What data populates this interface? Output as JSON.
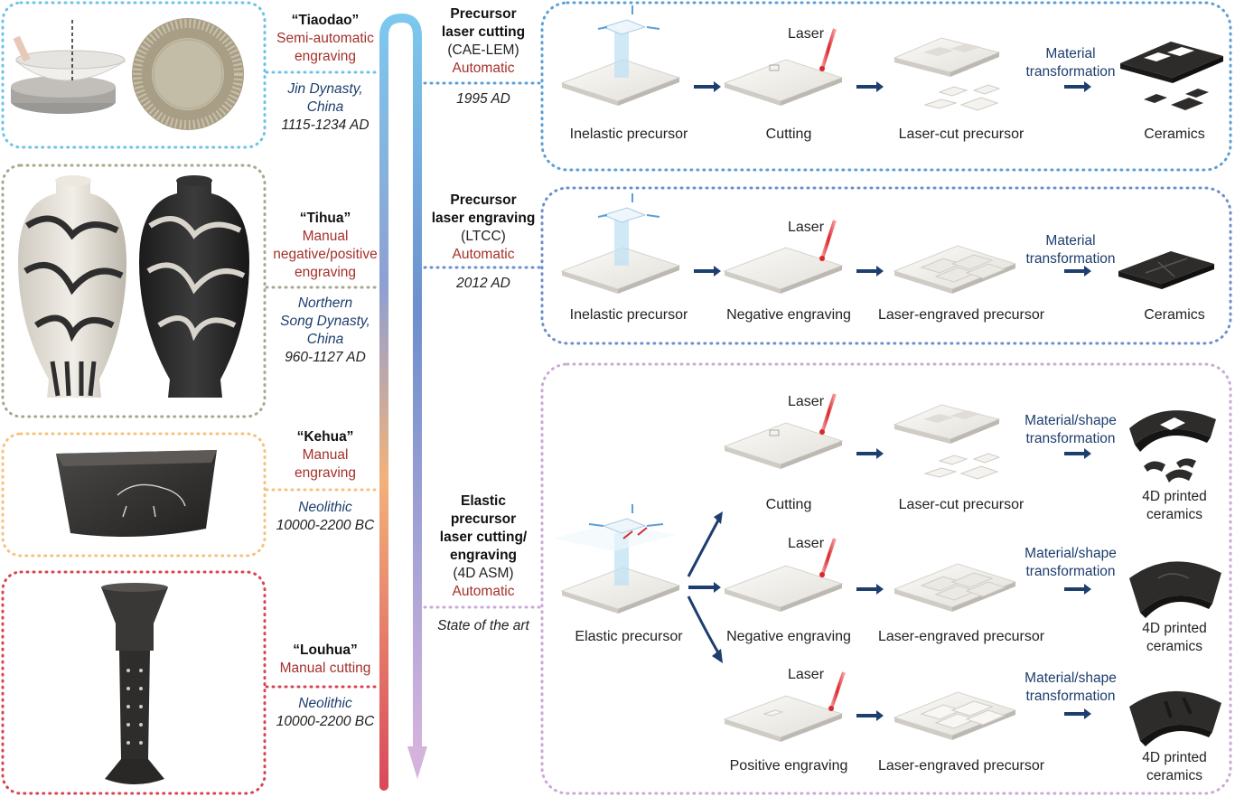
{
  "timeline": {
    "tiaodao": {
      "name": "“Tiaodao”",
      "method_line1": "Semi-automatic",
      "method_line2": "engraving",
      "era_line1": "Jin Dynasty,",
      "era_line2": "China",
      "dates": "1115-1234 AD"
    },
    "tihua": {
      "name": "“Tihua”",
      "method_line1": "Manual",
      "method_line2": "negative/positive",
      "method_line3": "engraving",
      "era_line1": "Northern",
      "era_line2": "Song Dynasty,",
      "era_line3": "China",
      "dates": "960-1127 AD"
    },
    "kehua": {
      "name": "“Kehua”",
      "method_line1": "Manual",
      "method_line2": "engraving",
      "era_line1": "Neolithic",
      "dates": "10000-2200 BC"
    },
    "louhua": {
      "name": "“Louhua”",
      "method_line1": "Manual cutting",
      "era_line1": "Neolithic",
      "dates": "10000-2200 BC"
    }
  },
  "methods": {
    "cae_lem": {
      "title_line1": "Precursor",
      "title_line2": "laser cutting",
      "abbr": "(CAE-LEM)",
      "mode": "Automatic",
      "year": "1995 AD"
    },
    "ltcc": {
      "title_line1": "Precursor",
      "title_line2": "laser engraving",
      "abbr": "(LTCC)",
      "mode": "Automatic",
      "year": "2012 AD"
    },
    "asm": {
      "title_line1": "Elastic",
      "title_line2": "precursor",
      "title_line3": "laser cutting/",
      "title_line4": "engraving",
      "abbr": "(4D ASM)",
      "mode": "Automatic",
      "year": "State of the art"
    }
  },
  "panel1": {
    "laser": "Laser",
    "transform_line1": "Material",
    "transform_line2": "transformation",
    "captions": [
      "Inelastic precursor",
      "Cutting",
      "Laser-cut precursor",
      "Ceramics"
    ]
  },
  "panel2": {
    "laser": "Laser",
    "transform_line1": "Material",
    "transform_line2": "transformation",
    "captions": [
      "Inelastic precursor",
      "Negative engraving",
      "Laser-engraved precursor",
      "Ceramics"
    ]
  },
  "panel3": {
    "precursor": "Elastic precursor",
    "rows": [
      {
        "laser": "Laser",
        "transform_line1": "Material/shape",
        "transform_line2": "transformation",
        "step": "Cutting",
        "result": "Laser-cut precursor",
        "product_line1": "4D printed",
        "product_line2": "ceramics"
      },
      {
        "laser": "Laser",
        "transform_line1": "Material/shape",
        "transform_line2": "transformation",
        "step": "Negative engraving",
        "result": "Laser-engraved precursor",
        "product_line1": "4D printed",
        "product_line2": "ceramics"
      },
      {
        "laser": "Laser",
        "transform_line1": "Material/shape",
        "transform_line2": "transformation",
        "step": "Positive engraving",
        "result": "Laser-engraved precursor",
        "product_line1": "4D printed",
        "product_line2": "ceramics"
      }
    ]
  },
  "colors": {
    "tiaodao": "#6cc3ea",
    "tihua": "#a7a88d",
    "kehua": "#f5c27c",
    "louhua": "#d9434f",
    "panel1": "#5b9fd6",
    "panel2": "#6d8fcd",
    "panel3": "#c9a9d6",
    "arrow": "#1d3e6e",
    "text_red": "#a4312b",
    "text_blue": "#1d3e6e"
  }
}
